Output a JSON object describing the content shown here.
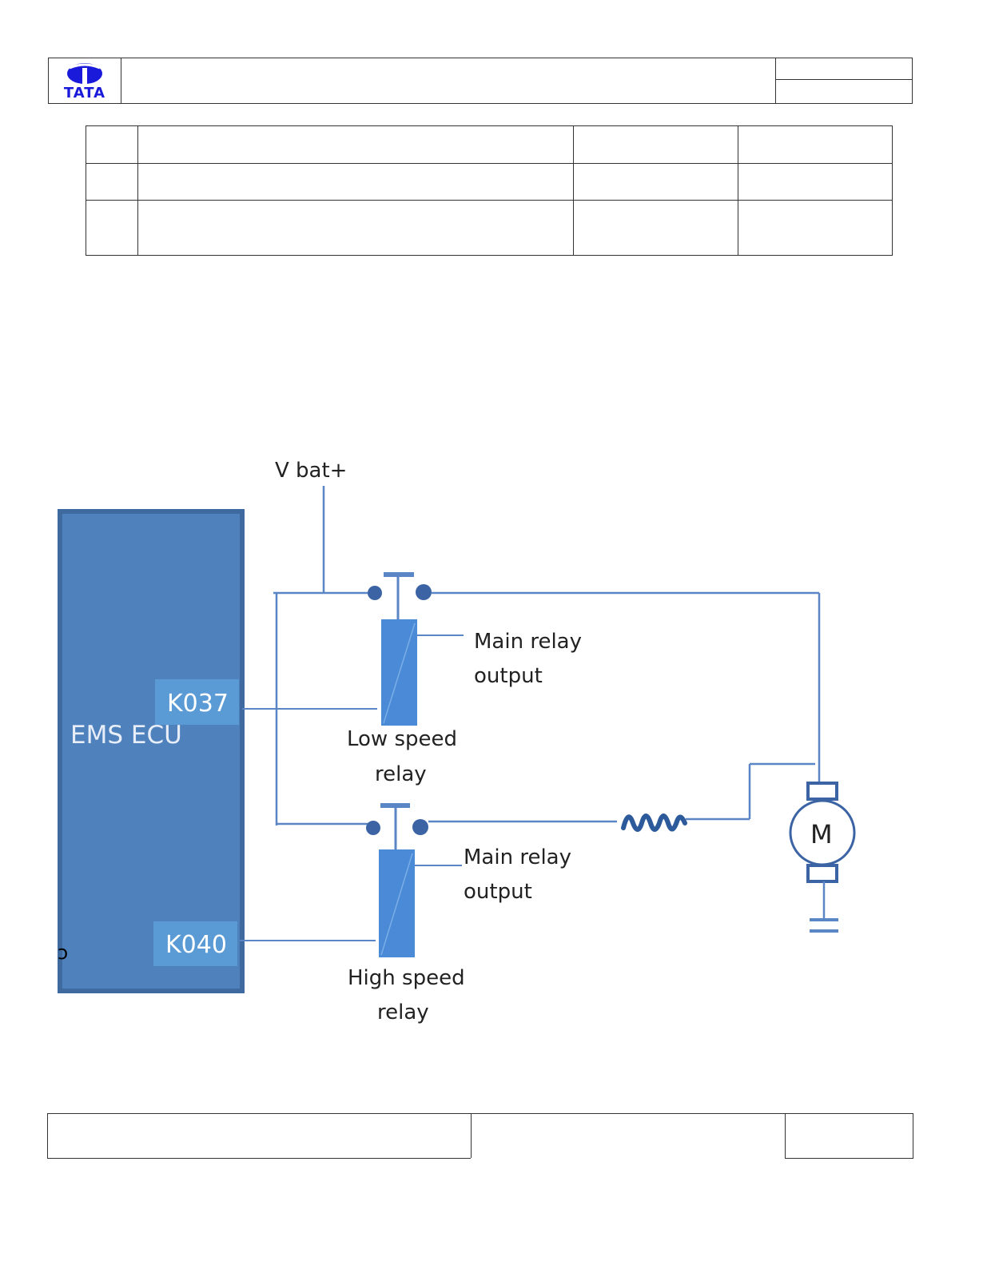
{
  "header": {
    "logo_text": "TATA",
    "brand_color": "#1a1adb"
  },
  "diagram": {
    "vbat_label": "V bat+",
    "ecu_label": "EMS ECU",
    "pin_k037": "K037",
    "pin_k040": "K040",
    "relay1_output_line1": "Main relay",
    "relay1_output_line2": "output",
    "relay1_name_line1": "Low speed",
    "relay1_name_line2": "relay",
    "relay2_output_line1": "Main relay",
    "relay2_output_line2": "output",
    "relay2_name_line1": "High speed",
    "relay2_name_line2": "relay",
    "motor_label": "M",
    "colors": {
      "ecu_fill": "#4f81bd",
      "ecu_border": "#3f6aa0",
      "pin_fill": "#5b9bd5",
      "relay_fill": "#4a8ad6",
      "wire": "#5b86c5",
      "wire_dark": "#3c64a4",
      "resistor": "#2d5a9a"
    }
  }
}
